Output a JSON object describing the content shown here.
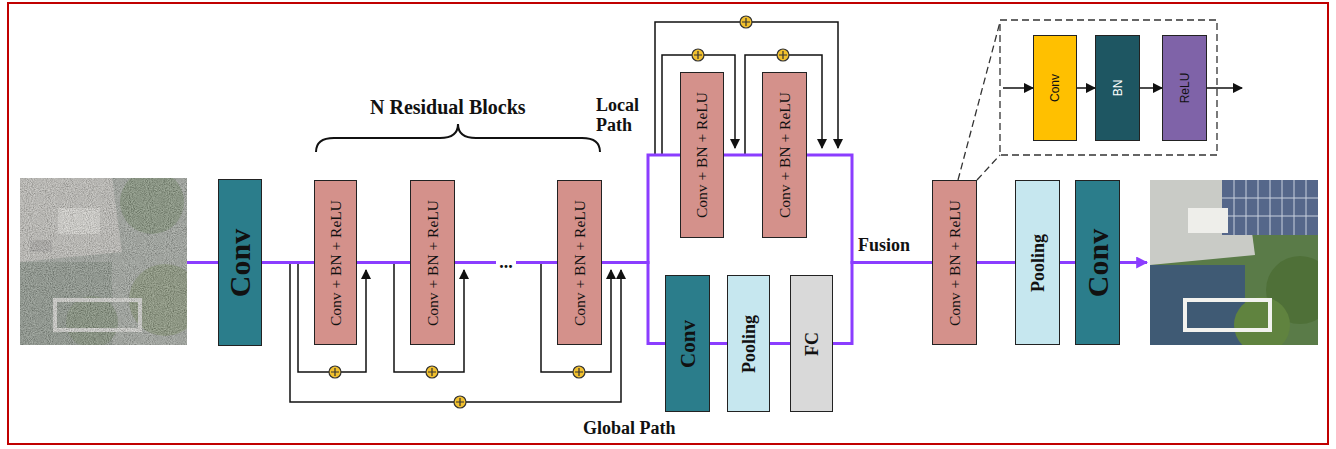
{
  "diagram": {
    "nodes": [
      {
        "text": [
          "Conv"
        ]
      },
      {
        "text": [
          "Conv + BN + ReLU"
        ]
      },
      {
        "text": [
          "Conv + BN + ReLU"
        ]
      },
      {
        "text": [
          "Conv + BN + ReLU"
        ]
      },
      {
        "text": [
          "Conv + BN + ReLU"
        ]
      },
      {
        "text": [
          "Conv + BN + ReLU"
        ]
      },
      {
        "text": [
          "Conv"
        ]
      },
      {
        "text": [
          "Pooling"
        ]
      },
      {
        "text": [
          "FC"
        ]
      },
      {
        "text": [
          "Conv + BN + ReLU"
        ]
      },
      {
        "text": [
          "Pooling"
        ]
      },
      {
        "text": [
          "Conv"
        ]
      },
      {
        "text": [
          "Conv"
        ]
      },
      {
        "text": [
          "BN"
        ]
      },
      {
        "text": [
          "ReLU"
        ]
      }
    ],
    "edges": [
      {
        "from": 0,
        "to": 1,
        "arrow": "none"
      },
      {
        "from": 1,
        "to": 2,
        "arrow": "none"
      },
      {
        "from": 2,
        "to": 3,
        "label": "...",
        "arrow": "none"
      },
      {
        "from": 3,
        "to": 4,
        "arrow": "none"
      },
      {
        "from": 3,
        "to": 6,
        "arrow": "none"
      },
      {
        "from": 4,
        "to": 5,
        "arrow": "none"
      },
      {
        "from": 5,
        "to": 9,
        "arrow": "none"
      },
      {
        "from": 6,
        "to": 7,
        "arrow": "none"
      },
      {
        "from": 7,
        "to": 8,
        "arrow": "none"
      },
      {
        "from": 8,
        "to": 9,
        "arrow": "none"
      },
      {
        "from": 9,
        "to": 10,
        "arrow": "none"
      },
      {
        "from": 10,
        "to": 11,
        "arrow": "none"
      },
      {
        "from": 12,
        "to": 13,
        "arrow": "to"
      },
      {
        "from": 13,
        "to": 14,
        "arrow": "to"
      }
    ],
    "labels": [
      "N Residual Blocks",
      "Local Path",
      "Global Path",
      "Fusion"
    ]
  }
}
